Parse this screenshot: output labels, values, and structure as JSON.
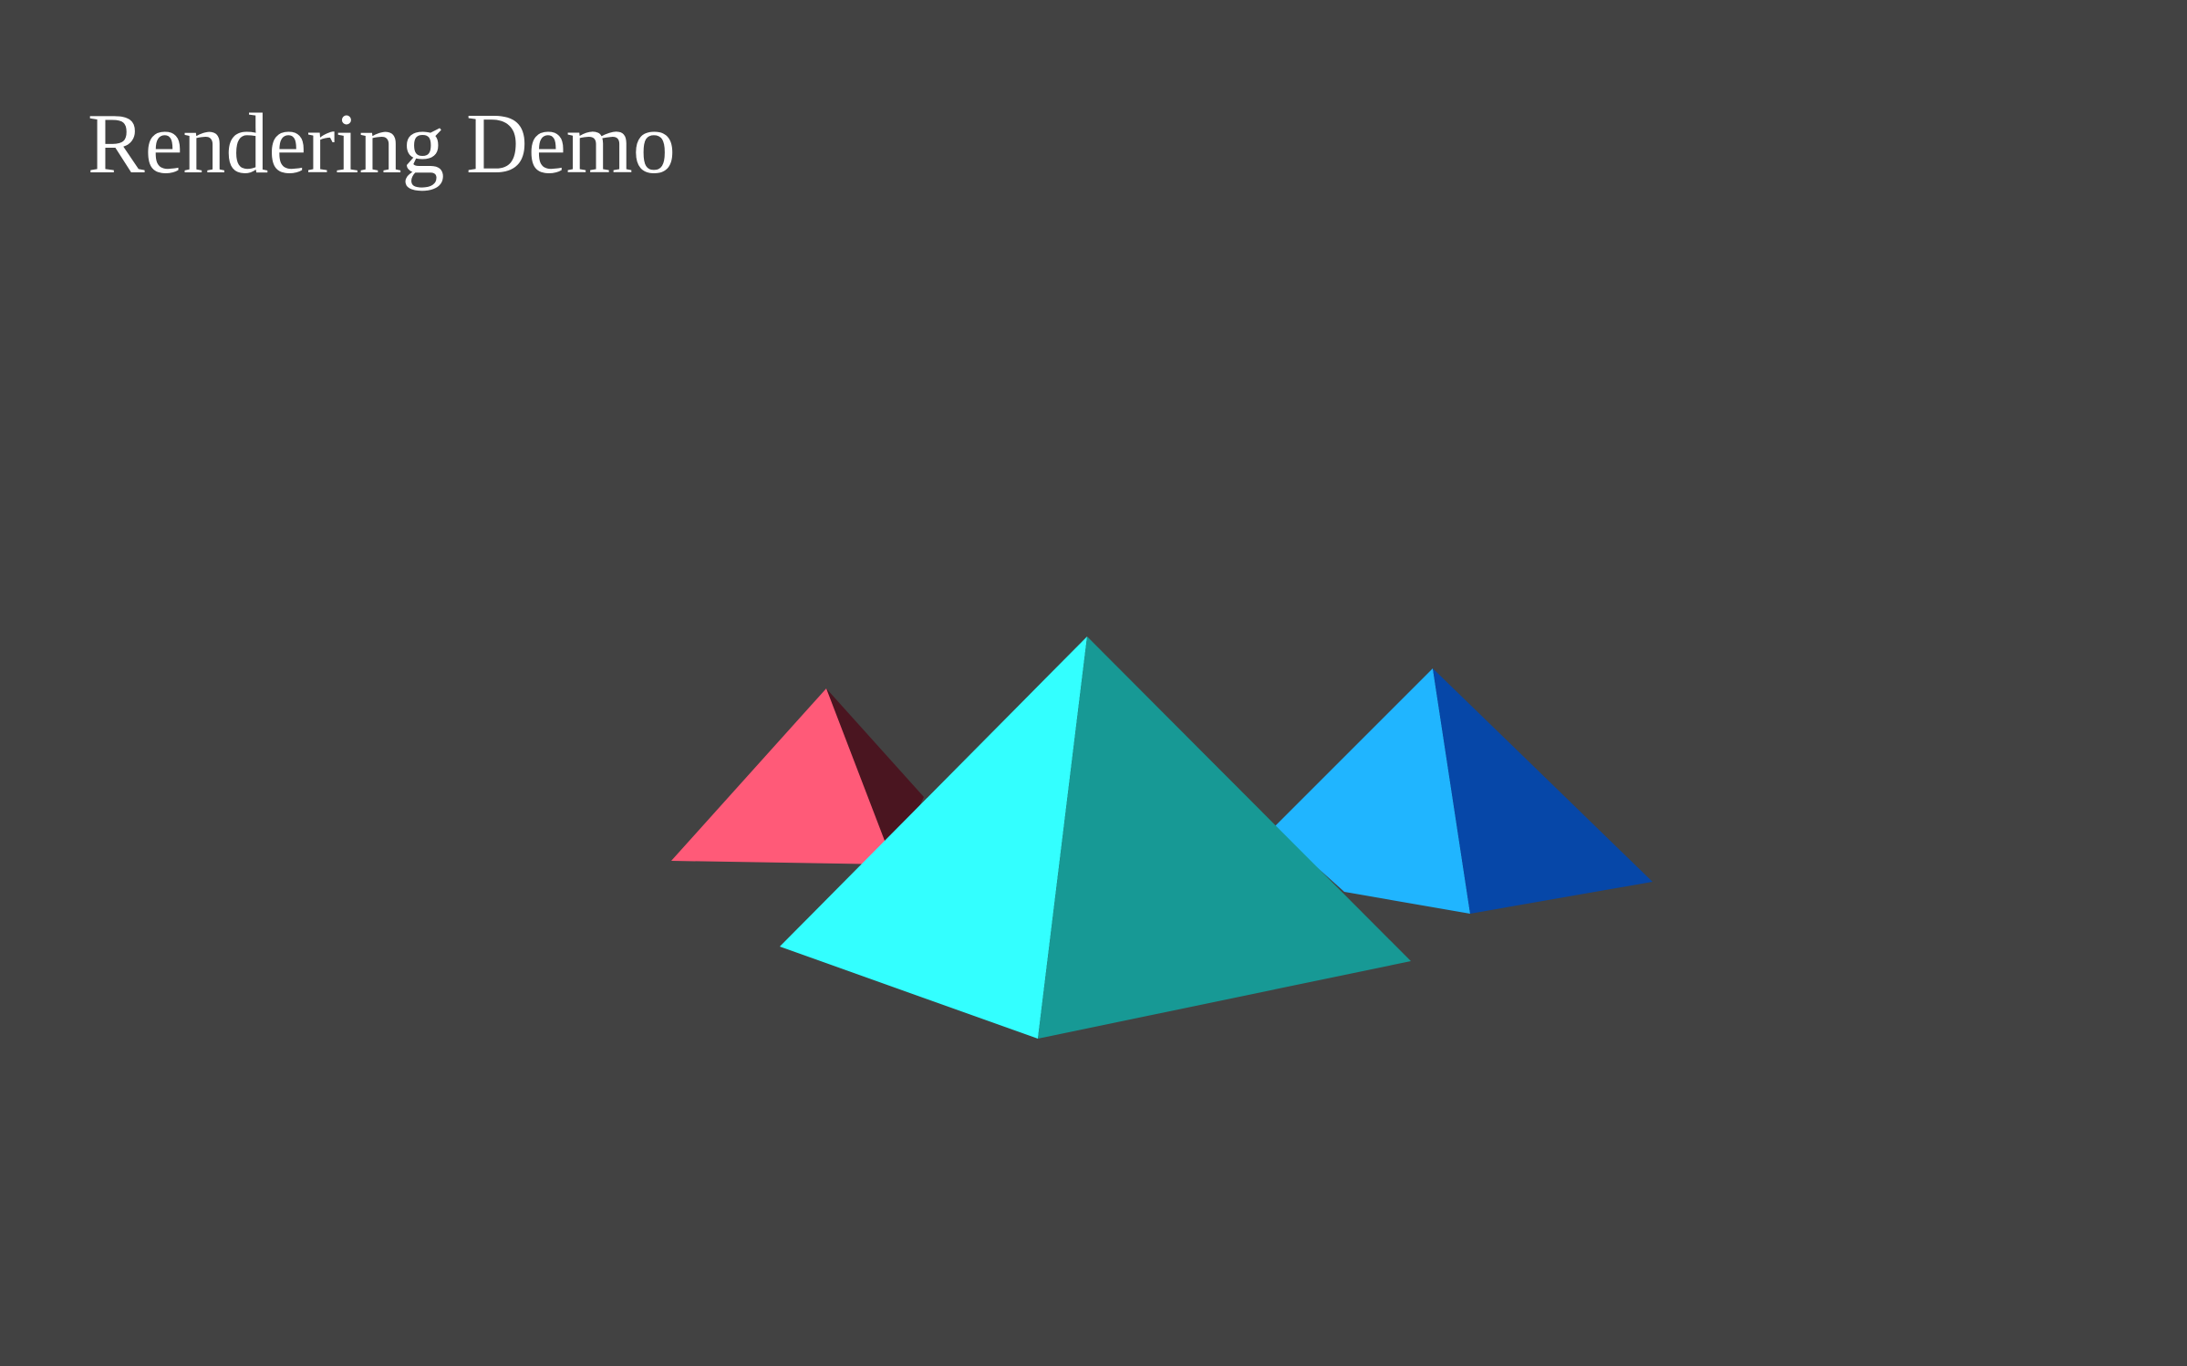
{
  "page": {
    "title": "Rendering Demo",
    "background_color": "#424242",
    "title_color": "#ffffff"
  },
  "scene": {
    "pyramids": [
      {
        "name": "red-pyramid",
        "colors": {
          "lit": "#ff5a78",
          "shadow": "#4a1520"
        }
      },
      {
        "name": "cyan-pyramid",
        "colors": {
          "lit": "#33ffff",
          "shadow": "#179995"
        }
      },
      {
        "name": "blue-pyramid",
        "colors": {
          "lit": "#20b5ff",
          "shadow": "#0647a8"
        }
      }
    ]
  }
}
